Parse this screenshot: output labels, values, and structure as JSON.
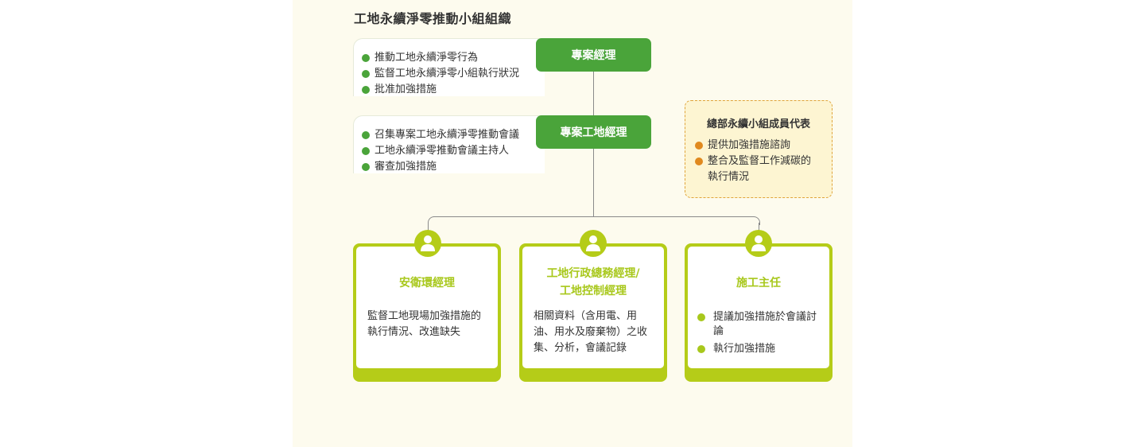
{
  "title": "工地永續淨零推動小組組織",
  "pm": {
    "label": "專案經理",
    "duties": [
      "推動工地永續淨零行為",
      "監督工地永續淨零小組執行狀況",
      "批准加強措施"
    ]
  },
  "site_manager": {
    "label": "專案工地經理",
    "duties": [
      "召集專案工地永續淨零推動會議",
      "工地永續淨零推動會議主持人",
      "審查加強措施"
    ]
  },
  "hq": {
    "title": "總部永續小組成員代表",
    "items": [
      "提供加強措施諮詢",
      "整合及監督工作減碳的執行情況"
    ]
  },
  "cards": [
    {
      "title": "安衛環經理",
      "text": "監督工地現場加強措施的執行情況、改進缺失"
    },
    {
      "title_line1": "工地行政總務經理/",
      "title_line2": "工地控制經理",
      "text": "相關資料（含用電、用油、用水及廢棄物）之收集、分析，會議記錄"
    },
    {
      "title": "施工主任",
      "items": [
        "提議加強措施於會議討論",
        "執行加強措施"
      ]
    }
  ],
  "colors": {
    "green": "#4aa43a",
    "lime": "#b5cc18",
    "orange": "#e0891e",
    "panel": "#fdfbee",
    "hq_bg": "#fdf5d2"
  }
}
